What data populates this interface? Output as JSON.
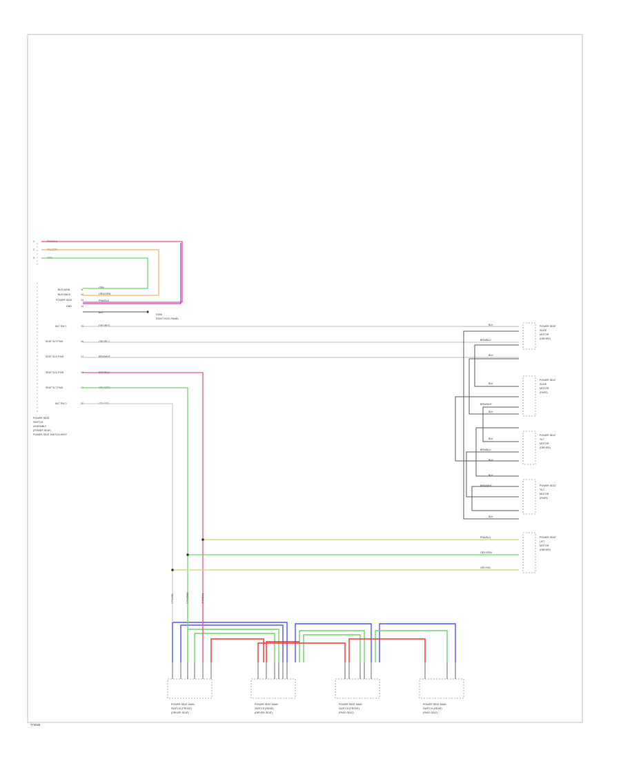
{
  "footer_code": "T73045",
  "colors": {
    "frame": "#c8c8c8",
    "pink": "#e8508c",
    "orange": "#f0b070",
    "green": "#6ed26e",
    "purple": "#b040c8",
    "yellow": "#d8d070",
    "grey": "#b8b8b8",
    "black": "#555555",
    "red": "#f03030",
    "blue": "#5050f0",
    "white_wire": "#e0e0e0"
  },
  "main_connector": {
    "top_pins": [
      {
        "pin": "1",
        "wire": "PNK/BLU"
      },
      {
        "pin": "2",
        "wire": "YEL/GRN"
      },
      {
        "pin": "3",
        "wire": "GRN"
      }
    ],
    "pins": [
      {
        "label": "BUS MAIN",
        "pin": "11",
        "wire": "GRN"
      },
      {
        "label": "BUS BACK",
        "pin": "12",
        "wire": "ORG/GRN"
      },
      {
        "label": "POWER SEAT",
        "pin": "13",
        "wire": "PNK/BLK"
      },
      {
        "label": "GND",
        "pin": "14",
        "wire": "BLK"
      },
      {
        "label": "MLT SW 1",
        "pin": "15",
        "wire": "GRY/RED"
      },
      {
        "label": "SEAT SLT FWD",
        "pin": "16",
        "wire": "GRY/BLU"
      },
      {
        "label": "SEAT SLD FWD",
        "pin": "17",
        "wire": "BRN/WHT"
      },
      {
        "label": "SEAT SLD FWD",
        "pin": "18",
        "wire": "BRN/BLU"
      },
      {
        "label": "SEAT SLT FWD",
        "pin": "19",
        "wire": "GRY/GRN"
      },
      {
        "label": "MLT SW 2",
        "pin": "20",
        "wire": "GRY/YEL"
      }
    ],
    "caption": [
      "POWER SEAT",
      "SWITCH",
      "ASSEMBLY",
      "(POWER SEAT)",
      "POWER SEAT SWITCH ASSY"
    ]
  },
  "ground": {
    "label": "G306",
    "sublabel": "RIGHT KICK PANEL"
  },
  "right_components": [
    {
      "title": [
        "POWER SEAT",
        "SLIDE",
        "MOTOR",
        "(DRIVER)"
      ],
      "wires": [
        "BLK",
        "BRN/BLU",
        "BLK"
      ]
    },
    {
      "title": [
        "POWER SEAT",
        "SLIDE",
        "MOTOR",
        "(PASS)"
      ],
      "wires": [
        "BLK",
        "BRN/WHT",
        "BLK"
      ]
    },
    {
      "title": [
        "POWER SEAT",
        "TILT",
        "MOTOR",
        "(DRIVER)"
      ],
      "wires": [
        "BLK",
        "BRN/BLU",
        "BLK"
      ]
    },
    {
      "title": [
        "POWER SEAT",
        "TILT",
        "MOTOR",
        "(PASS)"
      ],
      "wires": [
        "BLK",
        "BRN/WHT",
        "BLK"
      ]
    },
    {
      "title": [
        "POWER SEAT",
        "LIFT",
        "MOTOR",
        "(DRIVER)"
      ],
      "wires": [
        "PNK/BLU",
        "GRY/GRN",
        "GRY/YEL"
      ]
    }
  ],
  "vertical_wire_labels": [
    "GRY/YEL",
    "GRY/GRN",
    "PNK/BLU"
  ],
  "bottom_components": [
    {
      "title": [
        "POWER SEAT MAIN",
        "SWITCH (FRONT)",
        "(DRIVER SEAT)"
      ]
    },
    {
      "title": [
        "POWER SEAT MAIN",
        "SWITCH (REAR)",
        "(DRIVER SEAT)"
      ]
    },
    {
      "title": [
        "POWER SEAT MAIN",
        "SWITCH (FRONT)",
        "(PASS SEAT)"
      ]
    },
    {
      "title": [
        "POWER SEAT MAIN",
        "SWITCH (REAR)",
        "(PASS SEAT)"
      ]
    }
  ]
}
